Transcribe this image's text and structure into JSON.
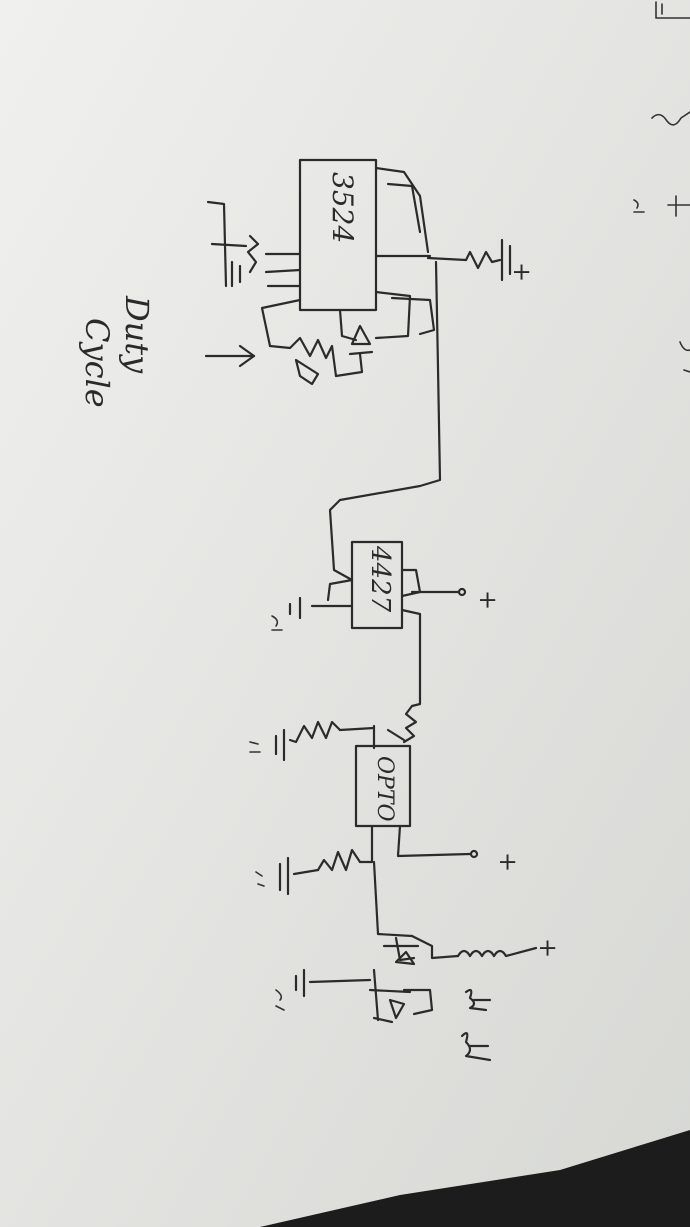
{
  "diagram": {
    "chips": {
      "pwm_controller": "3524",
      "gate_driver": "4427",
      "optocoupler": "OPTO"
    },
    "labels": {
      "duty_line1": "Duty",
      "duty_line2": "Cycle",
      "plus": "+"
    },
    "colors": {
      "paper": "#e6e7e3",
      "ink": "#2b2b2b",
      "background": "#1c1c1c"
    }
  }
}
